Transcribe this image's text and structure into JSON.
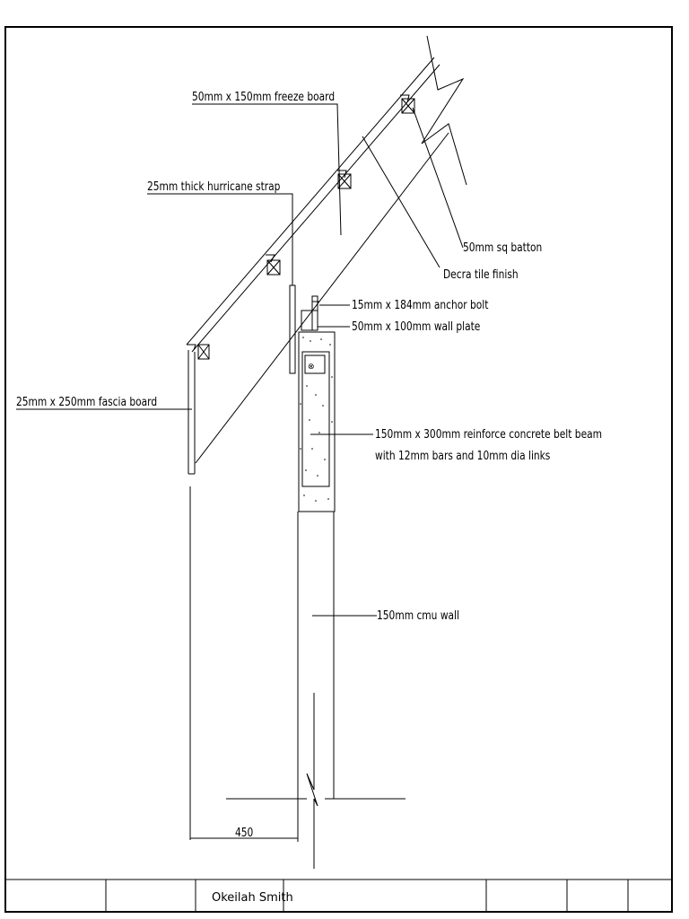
{
  "drawing": {
    "labels": {
      "freeze_board": "50mm x 150mm freeze board",
      "hurricane_strap": "25mm thick hurricane strap",
      "batton": "50mm sq batton",
      "decra": "Decra tile finish",
      "anchor_bolt": "15mm x 184mm anchor bolt",
      "wall_plate": "50mm x 100mm wall plate",
      "fascia": "25mm x 250mm fascia board",
      "belt_beam_1": "150mm x 300mm reinforce concrete belt beam",
      "belt_beam_2": "with 12mm bars and 10mm dia links",
      "cmu_wall": "150mm cmu wall",
      "dimension": "450"
    }
  },
  "title_block": {
    "author": "Okeilah Smith"
  }
}
